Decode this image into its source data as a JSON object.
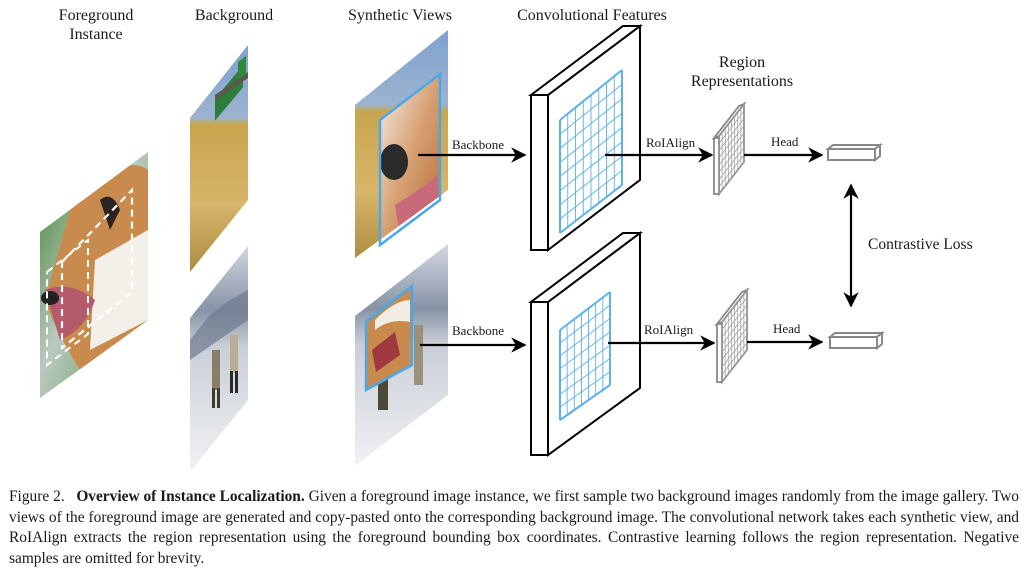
{
  "figure": {
    "column_labels": {
      "foreground": "Foreground\nInstance",
      "foreground_line1": "Foreground",
      "foreground_line2": "Instance",
      "background": "Background",
      "synthetic": "Synthetic Views",
      "conv": "Convolutional Features",
      "region_line1": "Region",
      "region_line2": "Representations"
    },
    "arrow_labels": {
      "backbone_top": "Backbone",
      "backbone_bottom": "Backbone",
      "roialign_top": "RoIAlign",
      "roialign_bottom": "RoIAlign",
      "head_top": "Head",
      "head_bottom": "Head"
    },
    "loss_label": "Contrastive Loss",
    "images": {
      "foreground": "dog (foreground instance)",
      "background_top": "wheat field with combine harvester",
      "background_bottom": "snowy mountain with skiers",
      "synthetic_top": "dog crop pasted on wheat field",
      "synthetic_bottom": "dog crop pasted on snowy mountain"
    },
    "colors": {
      "bbox_blue": "#4aa8e8",
      "grid_blue": "#5ab0ea",
      "region_gray": "#888888",
      "arrow": "#000000"
    }
  },
  "caption": {
    "prefix": "Figure 2.",
    "title": "Overview of Instance Localization.",
    "text": "Given a foreground image instance, we first sample two background images randomly from the image gallery. Two views of the foreground image are generated and copy-pasted onto the corresponding background image. The convolutional network takes each synthetic view, and RoIAlign extracts the region representation using the foreground bounding box coordinates. Contrastive learning follows the region representation. Negative samples are omitted for brevity."
  }
}
